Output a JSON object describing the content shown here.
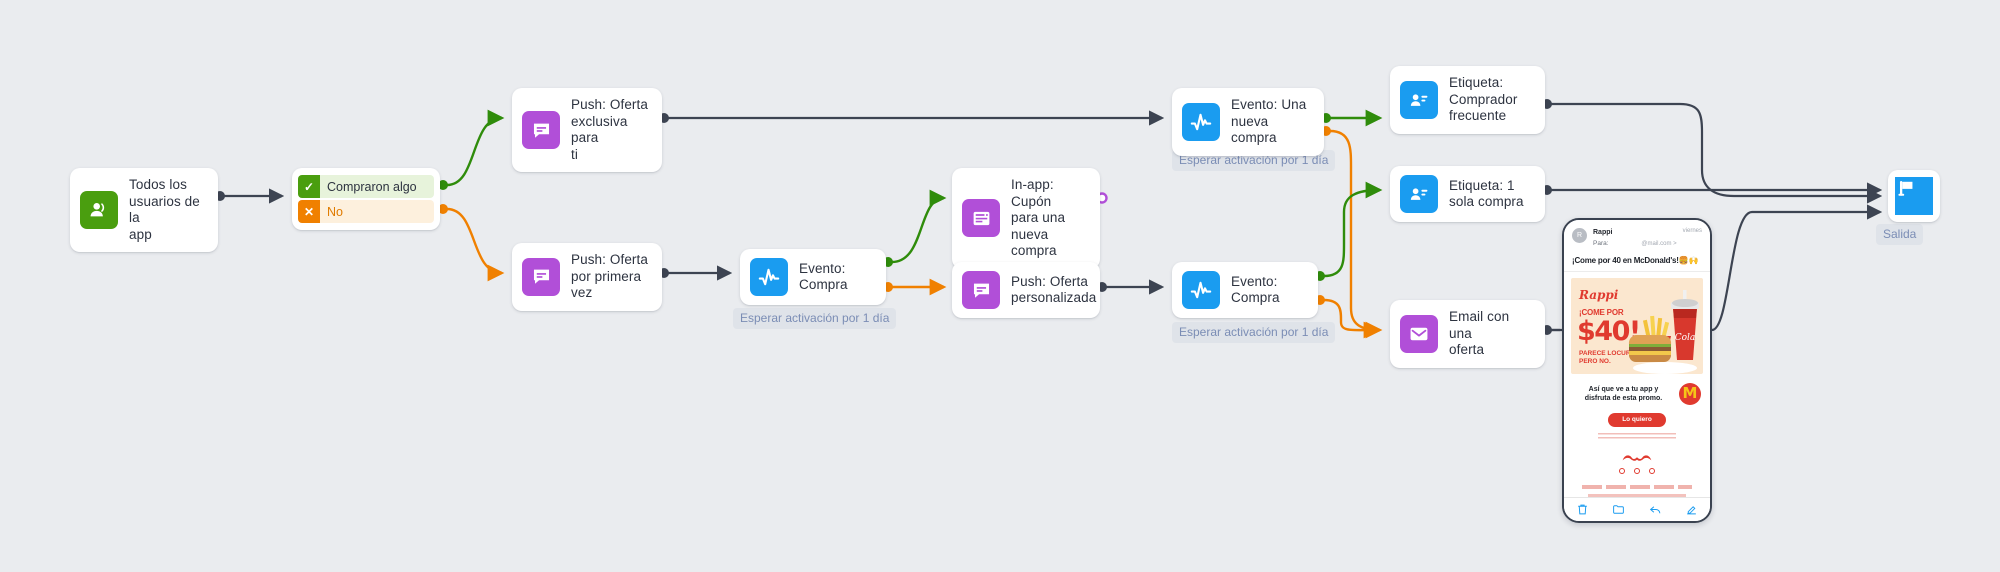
{
  "canvas": {
    "background": "#eaecef",
    "colors": {
      "green": "#4a9e0f",
      "orange": "#f08000",
      "purple": "#b14fd8",
      "blue": "#1a9cf0",
      "edge_dark": "#3d4452",
      "delay_text": "#7b8db5",
      "delay_bg": "#dfe3e9"
    }
  },
  "nodes": {
    "audience": {
      "label": "Todos los\nusuarios de la\napp",
      "icon": "users-icon",
      "icon_color": "#4a9e0f"
    },
    "split": {
      "name": "condition-split",
      "branches": [
        {
          "id": "yes",
          "label": "Compraron algo",
          "icon": "check-icon",
          "color": "#4a9e0f"
        },
        {
          "id": "no",
          "label": "No",
          "icon": "cross-icon",
          "color": "#f08000"
        }
      ]
    },
    "push_exclusiva": {
      "label": "Push: Oferta\nexclusiva para\nti",
      "icon": "push-message-icon",
      "icon_color": "#b14fd8"
    },
    "push_primera_vez": {
      "label": "Push: Oferta\npor primera\nvez",
      "icon": "push-message-icon",
      "icon_color": "#b14fd8"
    },
    "evento_compra_1": {
      "label": "Evento:\nCompra",
      "icon": "event-pulse-icon",
      "icon_color": "#1a9cf0"
    },
    "inapp_cupon": {
      "label": "In-app: Cupón\npara una nueva\ncompra",
      "icon": "in-app-window-icon",
      "icon_color": "#b14fd8"
    },
    "push_personalizada": {
      "label": "Push: Oferta\npersonalizada",
      "icon": "push-message-icon",
      "icon_color": "#b14fd8"
    },
    "evento_nueva": {
      "label": "Evento: Una\nnueva compra",
      "icon": "event-pulse-icon",
      "icon_color": "#1a9cf0"
    },
    "evento_compra_2": {
      "label": "Evento:\nCompra",
      "icon": "event-pulse-icon",
      "icon_color": "#1a9cf0"
    },
    "etiqueta_frecuente": {
      "label": "Etiqueta:\nComprador\nfrecuente",
      "icon": "tag-contact-icon",
      "icon_color": "#1a9cf0"
    },
    "etiqueta_una": {
      "label": "Etiqueta: 1\nsola compra",
      "icon": "tag-contact-icon",
      "icon_color": "#1a9cf0"
    },
    "email_oferta": {
      "label": "Email con una\noferta",
      "icon": "email-icon",
      "icon_color": "#b14fd8"
    },
    "exit": {
      "label": "Salida",
      "icon": "flag-icon",
      "icon_color": "#1a9cf0"
    }
  },
  "delays": {
    "evento_compra_1": "Esperar activación por 1 día",
    "evento_nueva": "Esperar activación por 1 día",
    "evento_compra_2": "Esperar activación por 1 día"
  },
  "phone_preview": {
    "name": "email-preview",
    "sender": "Rappi",
    "to_label": "Para:",
    "to_address": "@mail.com >",
    "date": "viernes",
    "avatar_initial": "R",
    "subject": "¡Come por 40 en McDonald's!🍔🙌",
    "hero": {
      "brand": "Rappi",
      "line1": "¡COME POR",
      "amount": "$40!",
      "line2": "PARECE LOCURA,\nPERO NO."
    },
    "tagline": "Así que ve a tu app y\ndisfruta de esta promo.",
    "cta": "Lo quiero"
  }
}
